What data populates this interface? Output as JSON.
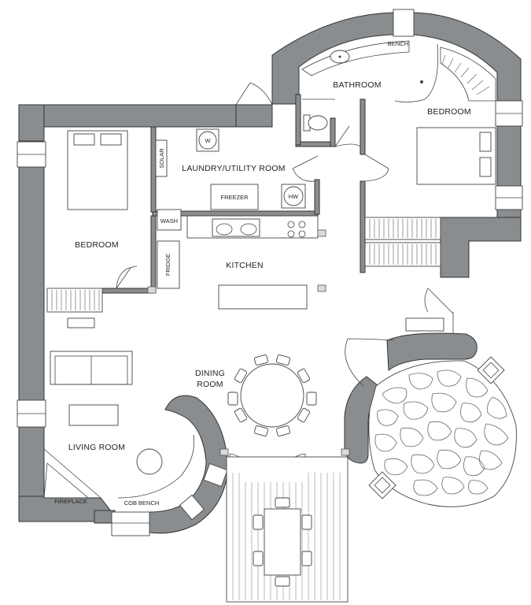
{
  "rooms": {
    "bathroom": "BATHROOM",
    "bedroom_ne": "BEDROOM",
    "laundry": "LAUNDRY/UTILITY ROOM",
    "bedroom_w": "BEDROOM",
    "kitchen": "KITCHEN",
    "dining_line1": "DINING",
    "dining_line2": "ROOM",
    "living": "LIVING ROOM"
  },
  "fixtures": {
    "bench_top": "BENCH",
    "washer": "W",
    "solar": "SOLAR",
    "freezer": "FREEZER",
    "hot_water": "HW",
    "wash": "WASH",
    "fridge": "FRIDGE",
    "fireplace": "FIREPLACE",
    "cob_bench": "COB BENCH"
  },
  "colors": {
    "wall": "#8a8d8f",
    "line": "#444444",
    "background": "#ffffff"
  }
}
